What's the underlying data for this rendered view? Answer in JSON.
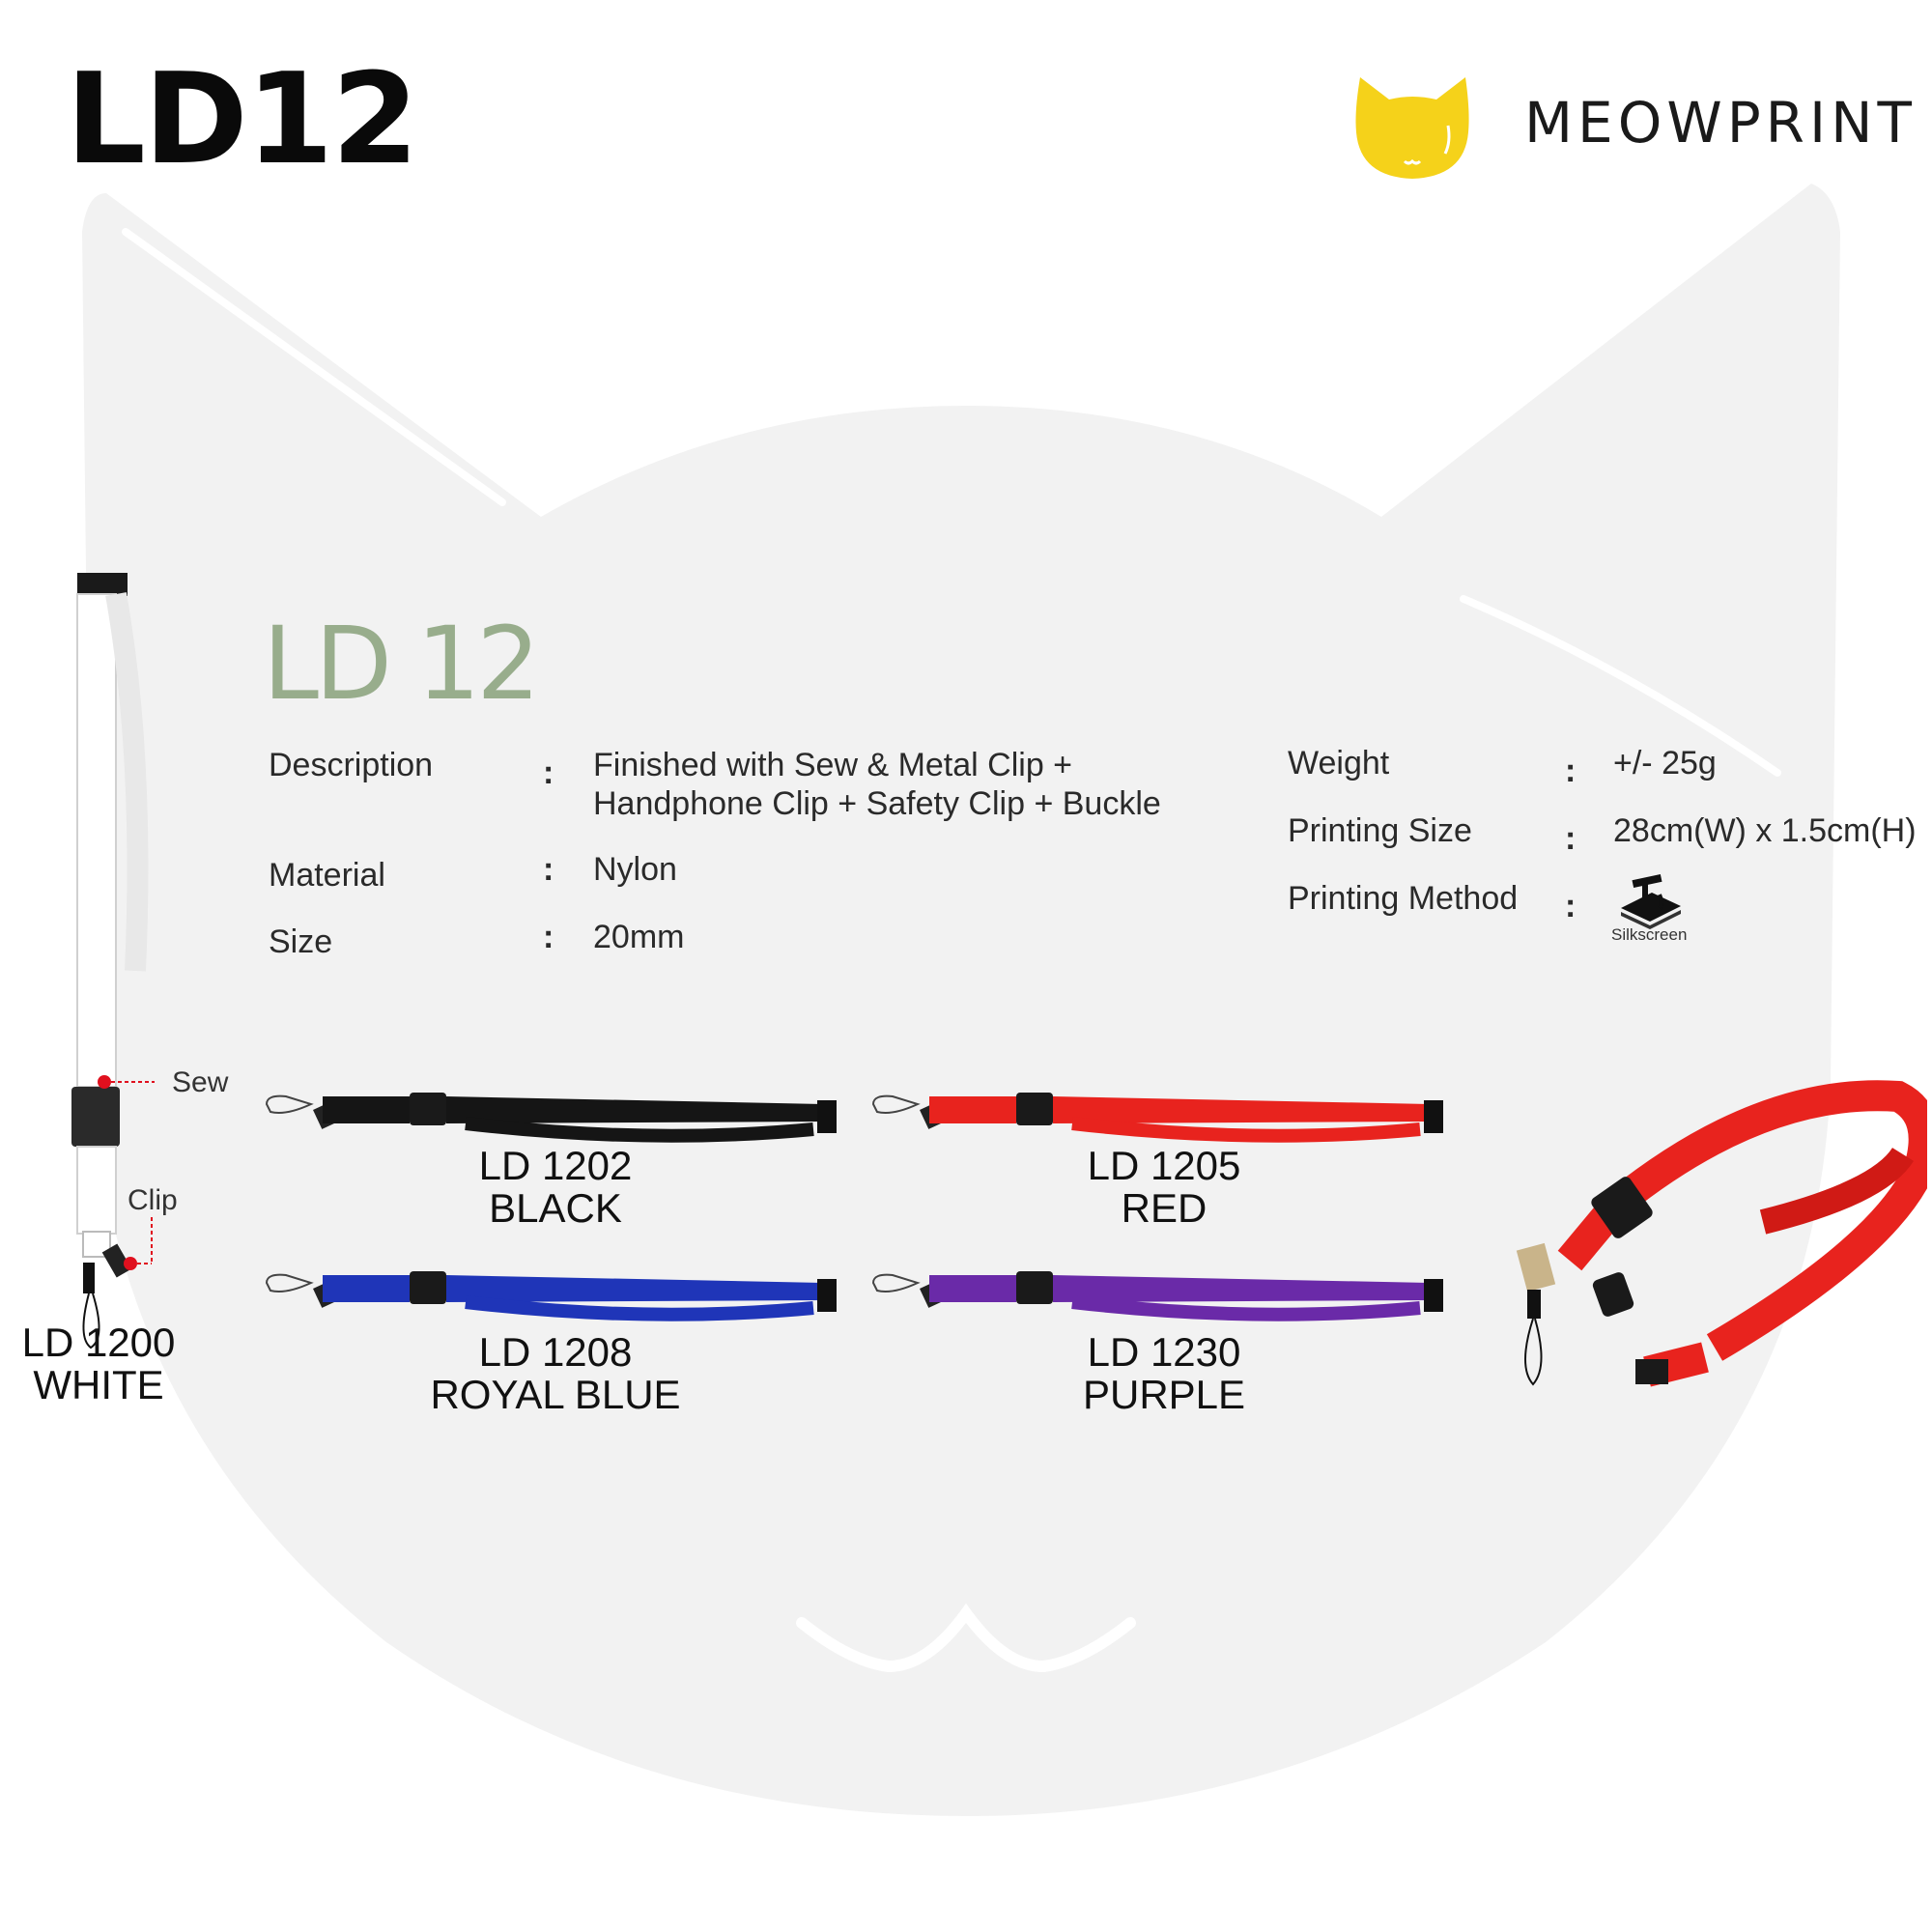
{
  "header": {
    "title": "LD12",
    "brand": "MEOWPRINT"
  },
  "product": {
    "code": "LD 12"
  },
  "specs": {
    "description": {
      "label": "Description",
      "value_line1": "Finished with Sew & Metal Clip +",
      "value_line2": "Handphone Clip + Safety Clip + Buckle"
    },
    "material": {
      "label": "Material",
      "value": "Nylon"
    },
    "size": {
      "label": "Size",
      "value": "20mm"
    },
    "weight": {
      "label": "Weight",
      "value": "+/- 25g"
    },
    "printing_size": {
      "label": "Printing Size",
      "value": "28cm(W) x 1.5cm(H)"
    },
    "printing_method": {
      "label": "Printing Method",
      "icon_caption": "Silkscreen",
      "icon": "silkscreen-icon"
    },
    "colon": ":"
  },
  "annotations": {
    "sew": "Sew",
    "clip": "Clip"
  },
  "variants": [
    {
      "code": "LD 1200",
      "color_name": "WHITE",
      "color": "#f2f2f2"
    },
    {
      "code": "LD 1202",
      "color_name": "BLACK",
      "color": "#151515"
    },
    {
      "code": "LD 1205",
      "color_name": "RED",
      "color": "#e8231e"
    },
    {
      "code": "LD 1208",
      "color_name": "ROYAL BLUE",
      "color": "#1f35b8"
    },
    {
      "code": "LD 1230",
      "color_name": "PURPLE",
      "color": "#6a2aa8"
    }
  ],
  "colors": {
    "accent_green": "#98ad8c",
    "logo_yellow": "#f5d21a",
    "marker_red": "#e0101e",
    "background_cat": "#f2f2f2"
  }
}
